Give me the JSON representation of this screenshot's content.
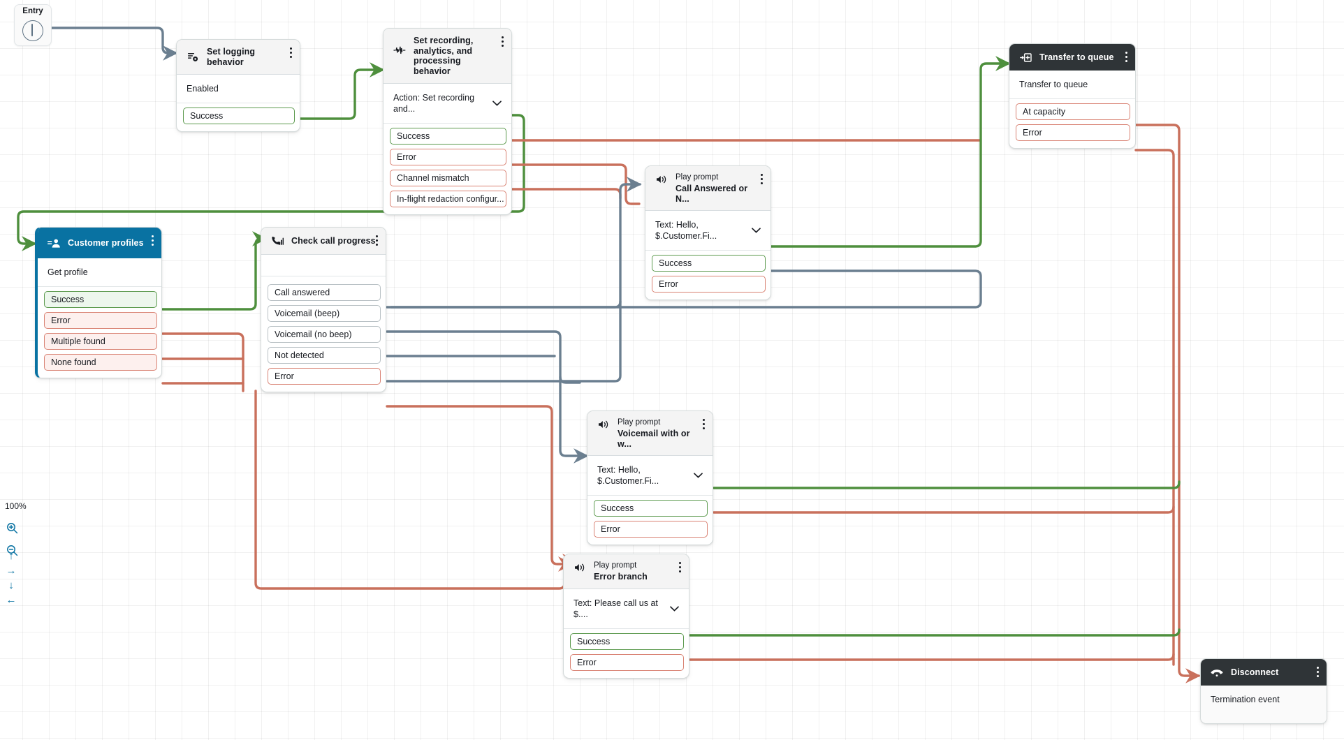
{
  "canvas": {
    "zoom_level": "100%",
    "zoom_in_icon": "magnifier-plus-icon",
    "zoom_out_icon": "magnifier-minus-icon",
    "pan_up_icon": "arrow-up-icon",
    "pan_right_icon": "arrow-right-icon",
    "pan_down_icon": "arrow-down-icon",
    "pan_left_icon": "arrow-left-icon"
  },
  "colors": {
    "success_border": "#5c9a4e",
    "error_border": "#d98273",
    "neutral_border": "#b8c0c4",
    "success_wire": "#4e8f3d",
    "error_wire": "#c9705c",
    "neutral_wire": "#6b7f90",
    "selected_header": "#0972a2",
    "terminal_header": "#2f3437",
    "default_header": "#f4f4f4"
  },
  "entry": {
    "label": "Entry",
    "icon": "entry-point-icon"
  },
  "nodes": [
    {
      "id": "set-logging-behavior",
      "icon": "logging-gear-icon",
      "title": "Set logging behavior",
      "subtitle": "",
      "body": "Enabled",
      "has_chevron": false,
      "ports": [
        {
          "label": "Success",
          "kind": "ok"
        }
      ]
    },
    {
      "id": "set-recording-analytics",
      "icon": "waveform-icon",
      "title": "Set recording, analytics, and processing behavior",
      "subtitle": "",
      "body": "Action: Set recording and...",
      "has_chevron": true,
      "ports": [
        {
          "label": "Success",
          "kind": "ok"
        },
        {
          "label": "Error",
          "kind": "err"
        },
        {
          "label": "Channel mismatch",
          "kind": "err"
        },
        {
          "label": "In-flight redaction configur...",
          "kind": "err"
        }
      ]
    },
    {
      "id": "transfer-to-queue",
      "icon": "transfer-queue-icon",
      "title": "Transfer to queue",
      "subtitle": "",
      "body": "Transfer to queue",
      "has_chevron": false,
      "ports": [
        {
          "label": "At capacity",
          "kind": "err"
        },
        {
          "label": "Error",
          "kind": "err"
        }
      ]
    },
    {
      "id": "customer-profiles",
      "icon": "customer-profile-icon",
      "title": "Customer profiles",
      "subtitle": "",
      "body": "Get profile",
      "has_chevron": false,
      "ports": [
        {
          "label": "Success",
          "kind": "ok"
        },
        {
          "label": "Error",
          "kind": "err"
        },
        {
          "label": "Multiple found",
          "kind": "err"
        },
        {
          "label": "None found",
          "kind": "err"
        }
      ]
    },
    {
      "id": "check-call-progress",
      "icon": "call-progress-icon",
      "title": "Check call progress",
      "subtitle": "",
      "body": "",
      "has_chevron": false,
      "ports": [
        {
          "label": "Call answered",
          "kind": "neutral"
        },
        {
          "label": "Voicemail (beep)",
          "kind": "neutral"
        },
        {
          "label": "Voicemail (no beep)",
          "kind": "neutral"
        },
        {
          "label": "Not detected",
          "kind": "neutral"
        },
        {
          "label": "Error",
          "kind": "err"
        }
      ]
    },
    {
      "id": "play-prompt-call-answered",
      "icon": "speaker-icon",
      "title": "Call Answered or N...",
      "subtitle": "Play prompt",
      "body": "Text: Hello, $.Customer.Fi...",
      "has_chevron": true,
      "ports": [
        {
          "label": "Success",
          "kind": "ok"
        },
        {
          "label": "Error",
          "kind": "err"
        }
      ]
    },
    {
      "id": "play-prompt-voicemail",
      "icon": "speaker-icon",
      "title": "Voicemail with or w...",
      "subtitle": "Play prompt",
      "body": "Text: Hello, $.Customer.Fi...",
      "has_chevron": true,
      "ports": [
        {
          "label": "Success",
          "kind": "ok"
        },
        {
          "label": "Error",
          "kind": "err"
        }
      ]
    },
    {
      "id": "play-prompt-error-branch",
      "icon": "speaker-icon",
      "title": "Error branch",
      "subtitle": "Play prompt",
      "body": "Text: Please call us at $....",
      "has_chevron": true,
      "ports": [
        {
          "label": "Success",
          "kind": "ok"
        },
        {
          "label": "Error",
          "kind": "err"
        }
      ]
    },
    {
      "id": "disconnect",
      "icon": "disconnect-phone-icon",
      "title": "Disconnect",
      "subtitle": "",
      "body": "Termination event",
      "has_chevron": false,
      "ports": []
    }
  ]
}
